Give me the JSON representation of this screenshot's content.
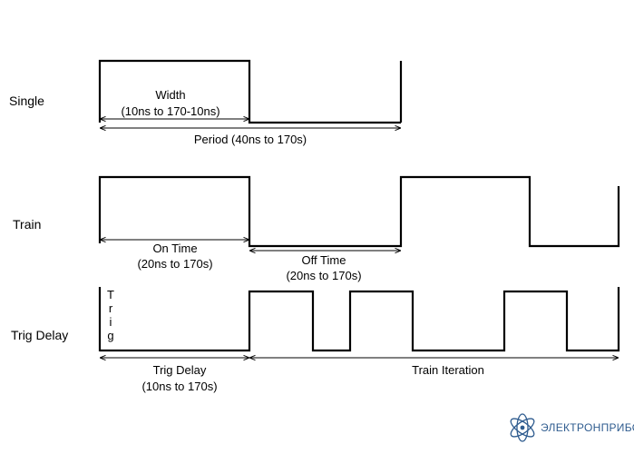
{
  "rows": {
    "single": "Single",
    "train": "Train",
    "trig_delay": "Trig Delay"
  },
  "single": {
    "width_label": "Width",
    "width_range": "(10ns to 170-10ns)",
    "period_label": "Period (40ns to 170s)"
  },
  "train": {
    "on_time_label": "On Time",
    "on_time_range": "(20ns to 170s)",
    "off_time_label": "Off Time",
    "off_time_range": "(20ns to 170s)"
  },
  "trig": {
    "trig_letters": [
      "T",
      "r",
      "i",
      "g"
    ],
    "trig_delay_label": "Trig Delay",
    "trig_delay_range": "(10ns to 170s)",
    "train_iteration_label": "Train Iteration"
  },
  "logo": {
    "text": "ЭЛЕКТРОНПРИБОР",
    "color": "#2f5c8f"
  }
}
